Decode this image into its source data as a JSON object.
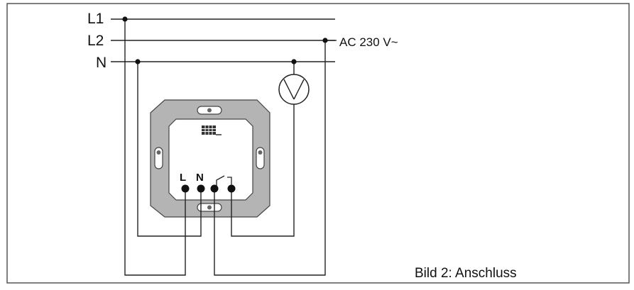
{
  "lines": {
    "l1": "L1",
    "l2": "L2",
    "n": "N"
  },
  "supply_label": "AC 230 V~",
  "terminals": {
    "l": "L",
    "n": "N"
  },
  "caption": "Bild 2: Anschluss",
  "colors": {
    "wire": "#222222",
    "plate": "#b4b4b4",
    "insert": "#ffffff",
    "frame": "#444444"
  }
}
